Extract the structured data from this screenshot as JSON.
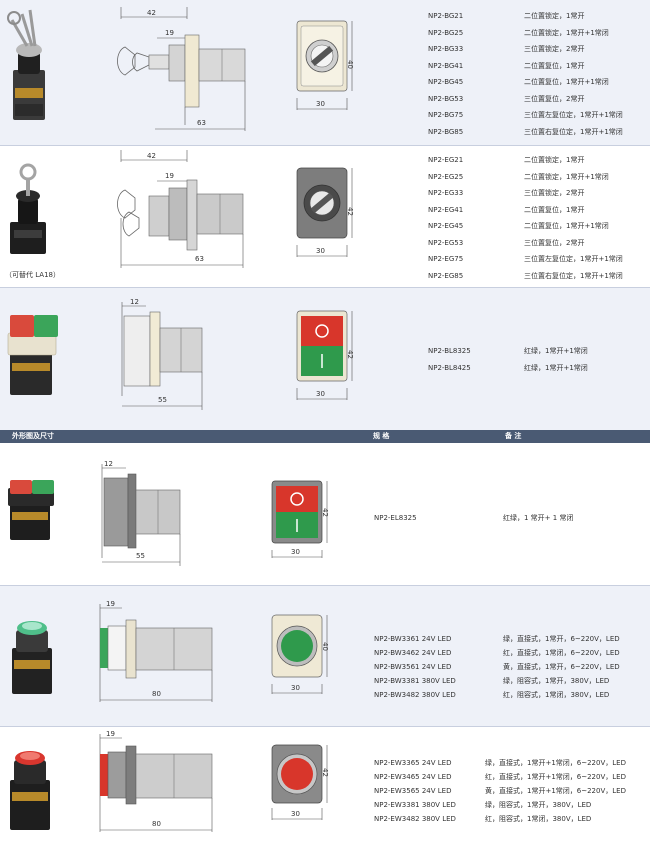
{
  "header": {
    "outline": "外形图及尺寸",
    "spec": "规 格",
    "remark": "备 注"
  },
  "s1": {
    "dims": {
      "d42": "42",
      "d19": "19",
      "d63": "63",
      "d40": "40",
      "d30": "30"
    },
    "models": [
      "NP2-BG21",
      "NP2-BG25",
      "NP2-BG33",
      "NP2-BG41",
      "NP2-BG45",
      "NP2-BG53",
      "NP2-BG75",
      "NP2-BG85"
    ],
    "notes": [
      "二位置锁定，1常开",
      "二位置锁定，1常开+1常闭",
      "三位置锁定，2常开",
      "二位置复位，1常开",
      "二位置复位，1常开+1常闭",
      "三位置复位，2常开",
      "三位置左复位定，1常开+1常闭",
      "三位置右复位定，1常开+1常闭"
    ]
  },
  "s2": {
    "caption": "（可替代 LA18）",
    "dims": {
      "d42": "42",
      "d19": "19",
      "d63": "63",
      "d42b": "42",
      "d30": "30"
    },
    "models": [
      "NP2-EG21",
      "NP2-EG25",
      "NP2-EG33",
      "NP2-EG41",
      "NP2-EG45",
      "NP2-EG53",
      "NP2-EG75",
      "NP2-EG85"
    ],
    "notes": [
      "二位置锁定，1常开",
      "二位置锁定，1常开+1常闭",
      "三位置锁定，2常开",
      "二位置复位，1常开",
      "二位置复位，1常开+1常闭",
      "三位置复位，2常开",
      "三位置左复位定，1常开+1常闭",
      "三位置右复位定，1常开+1常闭"
    ]
  },
  "s3": {
    "dims": {
      "d12": "12",
      "d55": "55",
      "d42": "42",
      "d30": "30"
    },
    "models": [
      "NP2-BL8325",
      "NP2-BL8425"
    ],
    "notes": [
      "红绿，1常开+1常闭",
      "红绿，1常开+1常闭"
    ]
  },
  "s4": {
    "dims": {
      "d12": "12",
      "d55": "55",
      "d42": "42",
      "d30": "30"
    },
    "models": [
      "NP2-EL8325"
    ],
    "notes": [
      "红绿，1 常开+ 1 常闭"
    ]
  },
  "s5": {
    "dims": {
      "d19": "19",
      "d80": "80",
      "d40": "40",
      "d30": "30"
    },
    "models": [
      "NP2-BW3361 24V LED",
      "NP2-BW3462 24V LED",
      "NP2-BW3561 24V LED",
      "NP2-BW3381 380V LED",
      "NP2-BW3482 380V LED"
    ],
    "notes": [
      "绿，直接式，1常开，6~220V，LED",
      "红，直接式，1常闭，6~220V，LED",
      "黄，直接式，1常开，6~220V，LED",
      "绿，阻容式，1常开，380V，LED",
      "红，阻容式，1常闭，380V，LED"
    ]
  },
  "s6": {
    "dims": {
      "d19": "19",
      "d80": "80",
      "d42": "42",
      "d30": "30"
    },
    "models": [
      "NP2-EW3365 24V LED",
      "NP2-EW3465 24V LED",
      "NP2-EW3565 24V LED",
      "NP2-EW3381 380V LED",
      "NP2-EW3482 380V LED"
    ],
    "notes": [
      "绿，直接式，1常开+1常闭，6~220V，LED",
      "红，直接式，1常开+1常闭，6~220V，LED",
      "黄，直接式，1常开+1常闭，6~220V，LED",
      "绿，阻容式，1常开，380V，LED",
      "红，阻容式，1常闭，380V，LED"
    ]
  }
}
